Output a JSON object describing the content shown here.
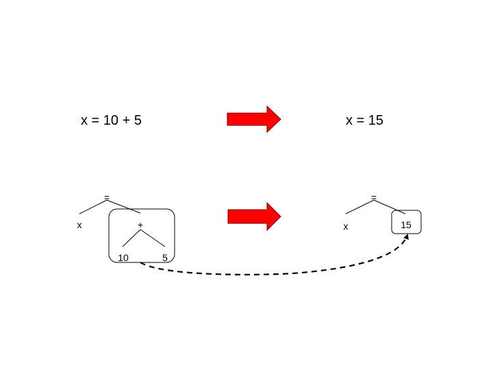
{
  "top": {
    "expr_before": "x = 10 + 5",
    "expr_after": "x = 15"
  },
  "tree_before": {
    "root": "=",
    "left": "x",
    "op": "+",
    "operand_left": "10",
    "operand_right": "5"
  },
  "tree_after": {
    "root": "=",
    "left": "x",
    "value": "15"
  },
  "colors": {
    "arrow_fill": "#ff0000",
    "arrow_stroke": "#7a0000",
    "lines": "#000000"
  },
  "icons": [
    "right-arrow-icon",
    "right-arrow-icon",
    "curved-dashed-arrow-icon"
  ]
}
